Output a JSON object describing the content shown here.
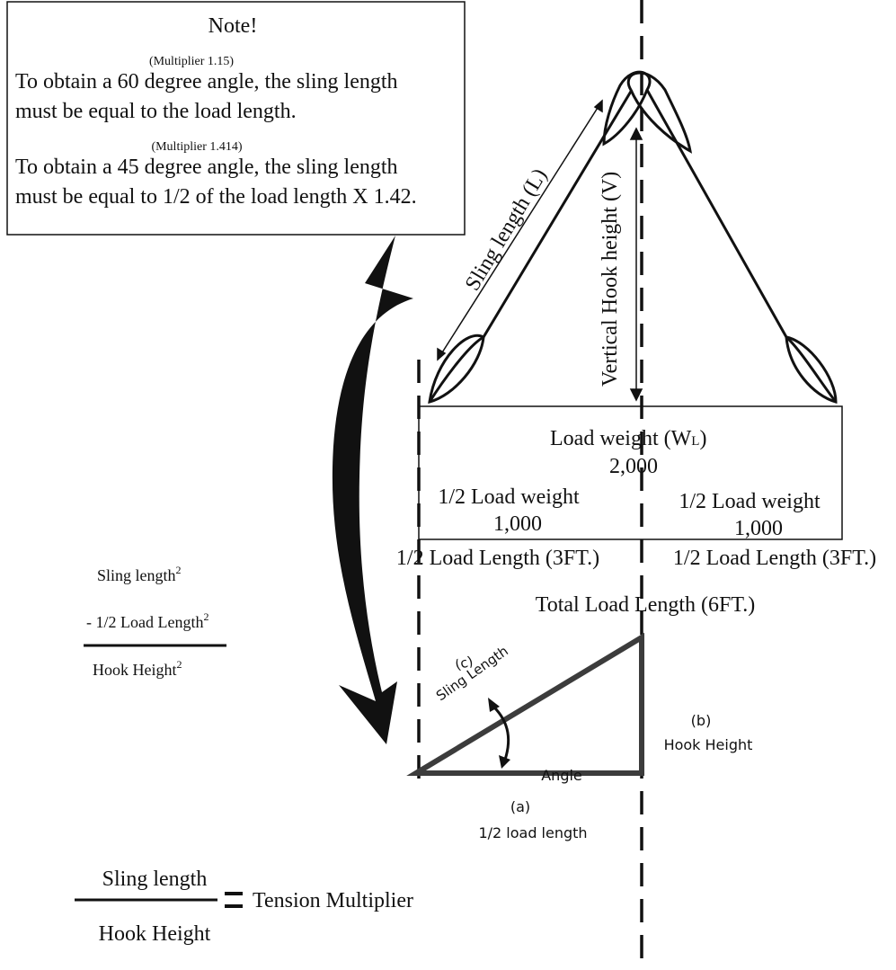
{
  "note": {
    "title": "Note!",
    "multiplier_60": "(Multiplier 1.15)",
    "line_60_a": "To obtain a 60 degree angle, the sling length",
    "line_60_b": "must be equal to the load length.",
    "multiplier_45": "(Multiplier 1.414)",
    "line_45_a": "To obtain a 45 degree angle, the sling length",
    "line_45_b": "must be equal to 1/2 of the load length X 1.42."
  },
  "sling_diagram": {
    "sling_length_label": "Sling length (L)",
    "vertical_hook_label": "Vertical Hook height (V)"
  },
  "load_box": {
    "load_weight_label": "Load weight (W",
    "load_weight_sub": "L",
    "load_weight_close": ")",
    "load_weight_value": "2,000",
    "half_weight_left_label": "1/2 Load weight",
    "half_weight_left_value": "1,000",
    "half_weight_right_label": "1/2 Load weight",
    "half_weight_right_value": "1,000"
  },
  "lengths": {
    "half_length_left": "1/2 Load Length  (3FT.)",
    "half_length_right": "1/2 Load Length  (3FT.)",
    "total_length": "Total Load Length  (6FT.)"
  },
  "formula_top": {
    "sling_length": "Sling length",
    "minus_half_load": "- 1/2 Load Length",
    "hook_height": "Hook Height",
    "exponent": "2"
  },
  "triangle": {
    "c_letter": "(c)",
    "c_label": "Sling Length",
    "b_letter": "(b)",
    "b_label": "Hook Height",
    "a_letter": "(a)",
    "a_label": "1/2 load length",
    "angle_label": "Angle"
  },
  "formula_bottom": {
    "numerator": "Sling length",
    "denominator": "Hook Height",
    "equals": "=",
    "result": "Tension Multiplier"
  },
  "colors": {
    "line": "#111111",
    "triangle_stroke": "#3c3c3c",
    "background": "#ffffff"
  }
}
